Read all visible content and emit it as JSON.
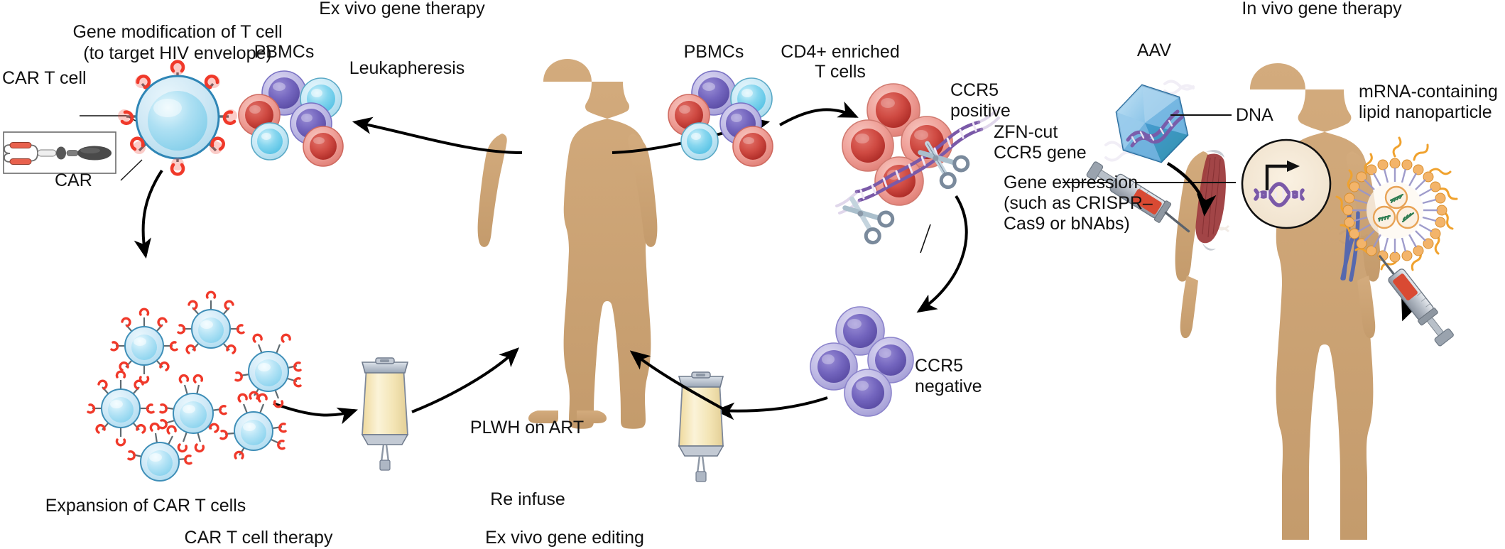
{
  "figure": {
    "type": "diagram",
    "subject": "Gene therapy approaches for HIV: ex vivo gene therapy (CAR T cell therapy and ex vivo gene editing) and in vivo gene therapy"
  },
  "headings": {
    "ex_vivo": "Ex vivo gene therapy",
    "in_vivo": "In vivo gene therapy"
  },
  "footers": {
    "car_t": "CAR T cell therapy",
    "ex_vivo_editing": "Ex vivo gene editing"
  },
  "left_panel": {
    "gene_mod_line1": "Gene modification of T cell",
    "gene_mod_line2": "(to target HIV envelope)",
    "car_t_cell": "CAR T cell",
    "car": "CAR",
    "pbmcs": "PBMCs",
    "expansion": "Expansion of CAR T cells"
  },
  "center": {
    "leukapheresis": "Leukapheresis",
    "patient": "PLWH on ART",
    "reinfuse": "Re infuse"
  },
  "right_cycle": {
    "pbmcs": "PBMCs",
    "cd4_line1": "CD4+ enriched",
    "cd4_line2": "T cells",
    "ccr5_pos_line1": "CCR5",
    "ccr5_pos_line2": "positive",
    "zfn_line1": "ZFN-cut",
    "zfn_line2": "CCR5 gene",
    "ccr5_neg_line1": "CCR5",
    "ccr5_neg_line2": "negative"
  },
  "in_vivo": {
    "aav": "AAV",
    "dna": "DNA",
    "lnp_line1": "mRNA-containing",
    "lnp_line2": "lipid nanoparticle",
    "expr_line1": "Gene expression",
    "expr_line2": "(such as CRISPR–",
    "expr_line3": "Cas9 or bNAbs)"
  },
  "colors": {
    "body_skin": "#cfa677",
    "cell_red_rim": "#ef9a93",
    "cell_red_core": "#c0392f",
    "cell_purple_rim": "#b7b2e0",
    "cell_purple_core": "#6f62bb",
    "cell_cyan_rim": "#bfe5f2",
    "cell_cyan_core": "#76d4ef",
    "car_t_cell_fill": "#bfe3f3",
    "car_receptor": "#f0392a",
    "dna_purple": "#7a59a8",
    "bag_fluid": "#f5e3ac",
    "bag_cap": "#aab4c2",
    "aav_blue": "#4f9ed4",
    "lnp_orange": "#e79a40",
    "lnp_mrna_green": "#2f7d52",
    "muscle_red": "#a8343a",
    "vein_blue": "#4a62b5",
    "arrow": "#000000",
    "text": "#111111"
  }
}
